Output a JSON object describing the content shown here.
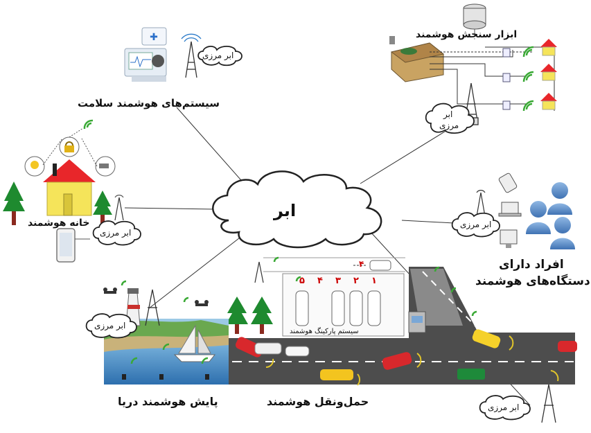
{
  "center": {
    "label": "ابر"
  },
  "edge_label": "ابر مرزی",
  "edge_label_split": [
    "ابر",
    "مرزی"
  ],
  "nodes": {
    "health": "سیستم‌های هوشمند سلامت",
    "meter": "ابزار سنجش هوشمند",
    "home": "خانه هوشمند",
    "people_line1": "افراد دارای",
    "people_line2": "دستگاه‌های هوشمند",
    "sea": "پایش هوشمند دریا",
    "transport": "حمل‌ونقل هوشمند",
    "parking": "سیستم پارکینگ هوشمند"
  },
  "parking": {
    "slots": [
      "۱",
      "۲",
      "۳",
      "۴",
      "۵"
    ],
    "lane_number": "۴"
  },
  "colors": {
    "signal_green": "#3aa935",
    "house_red": "#e8262a",
    "house_yellow": "#f5e45a",
    "road": "#4d4d4d",
    "sea": "#4f8fc6",
    "tree": "#1e8a2f",
    "person": "#6b9bd2"
  }
}
